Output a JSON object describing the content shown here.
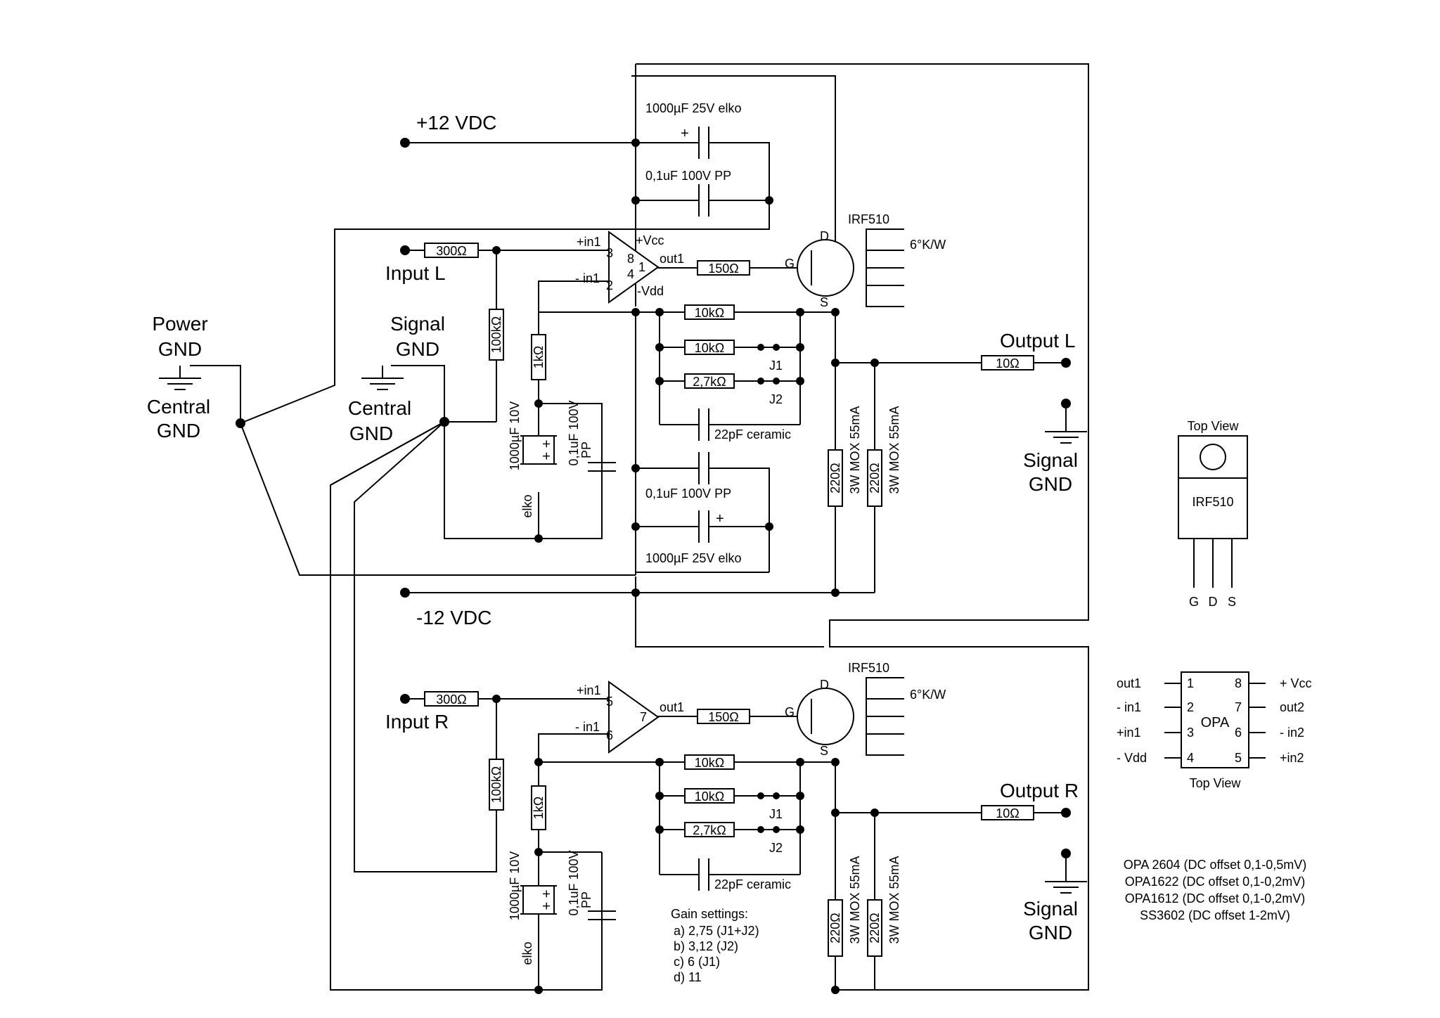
{
  "labels": {
    "vplus": "+12 VDC",
    "vminus": "-12 VDC",
    "power_gnd": [
      "Power",
      "GND"
    ],
    "central_gnd_1": [
      "Central",
      "GND"
    ],
    "signal_gnd_center": [
      "Signal",
      "GND"
    ],
    "central_gnd_2": [
      "Central",
      "GND"
    ],
    "input_l": "Input L",
    "input_r": "Input R",
    "output_l": "Output L",
    "output_r": "Output R",
    "signal_gnd_l": [
      "Signal",
      "GND"
    ],
    "signal_gnd_r": [
      "Signal",
      "GND"
    ]
  },
  "parts": {
    "c_elko_top": "1000µF 25V elko",
    "c_pp_top": "0,1uF 100V PP",
    "c_pp_bottom": "0,1uF 100V PP",
    "c_elko_bottom": "1000µF 25V elko",
    "c_elko_plus": "+",
    "r_in": "300Ω",
    "r_bias": "100kΩ",
    "r_gate": "150Ω",
    "r_fb": "10kΩ",
    "r_j1": "10kΩ",
    "r_j2": "2,7kΩ",
    "c_fb": "22pF ceramic",
    "r_gnd": "1kΩ",
    "c_gnd_elko": [
      "1000µF 10V",
      "elko"
    ],
    "c_gnd_pp": [
      "0,1uF 100V",
      "PP"
    ],
    "c_gnd_plus": "+ +",
    "r_load": "220Ω",
    "r_load_spec": "3W MOX 55mA",
    "r_out": "10Ω",
    "mosfet": "IRF510",
    "heatsink": "6°K/W",
    "jumper_1": "J1",
    "jumper_2": "J2",
    "pin_g": "G",
    "pin_d": "D",
    "pin_s": "S"
  },
  "opamp_l": {
    "in_plus": "+in1",
    "in_minus": "- in1",
    "out": "out1",
    "vcc": "+Vcc",
    "vdd": "-Vdd",
    "pin3": "3",
    "pin2": "2",
    "pin8": "8",
    "pin4": "4",
    "pin1": "1"
  },
  "opamp_r": {
    "in_plus": "+in1",
    "in_minus": "- in1",
    "out": "out1",
    "pin5": "5",
    "pin6": "6",
    "pin7": "7"
  },
  "to220": {
    "title": "Top View",
    "part": "IRF510",
    "pins": [
      "G",
      "D",
      "S"
    ]
  },
  "opa_pinout": {
    "title": "OPA",
    "caption": "Top View",
    "left": [
      "out1",
      "- in1",
      "+in1",
      "- Vdd"
    ],
    "left_nums": [
      "1",
      "2",
      "3",
      "4"
    ],
    "right": [
      "+ Vcc",
      "out2",
      "- in2",
      "+in2"
    ],
    "right_nums": [
      "8",
      "7",
      "6",
      "5"
    ]
  },
  "opamp_list": [
    "OPA 2604 (DC offset 0,1-0,5mV)",
    "OPA1622  (DC offset 0,1-0,2mV)",
    "OPA1612  (DC offset 0,1-0,2mV)",
    "SS3602 (DC offset 1-2mV)"
  ],
  "gain": {
    "title": "Gain settings:",
    "items": [
      "a) 2,75   (J1+J2)",
      "b) 3,12  (J2)",
      "c) 6  (J1)",
      "d) 11"
    ]
  }
}
